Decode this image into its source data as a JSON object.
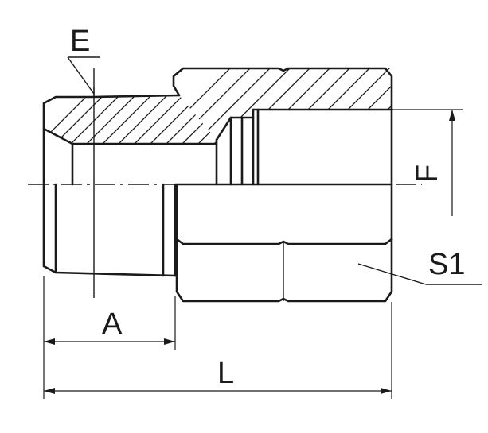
{
  "labels": {
    "E": "E",
    "F": "F",
    "S1": "S1",
    "A": "A",
    "L": "L"
  },
  "colors": {
    "line": "#1a1a1a",
    "background": "#ffffff"
  }
}
